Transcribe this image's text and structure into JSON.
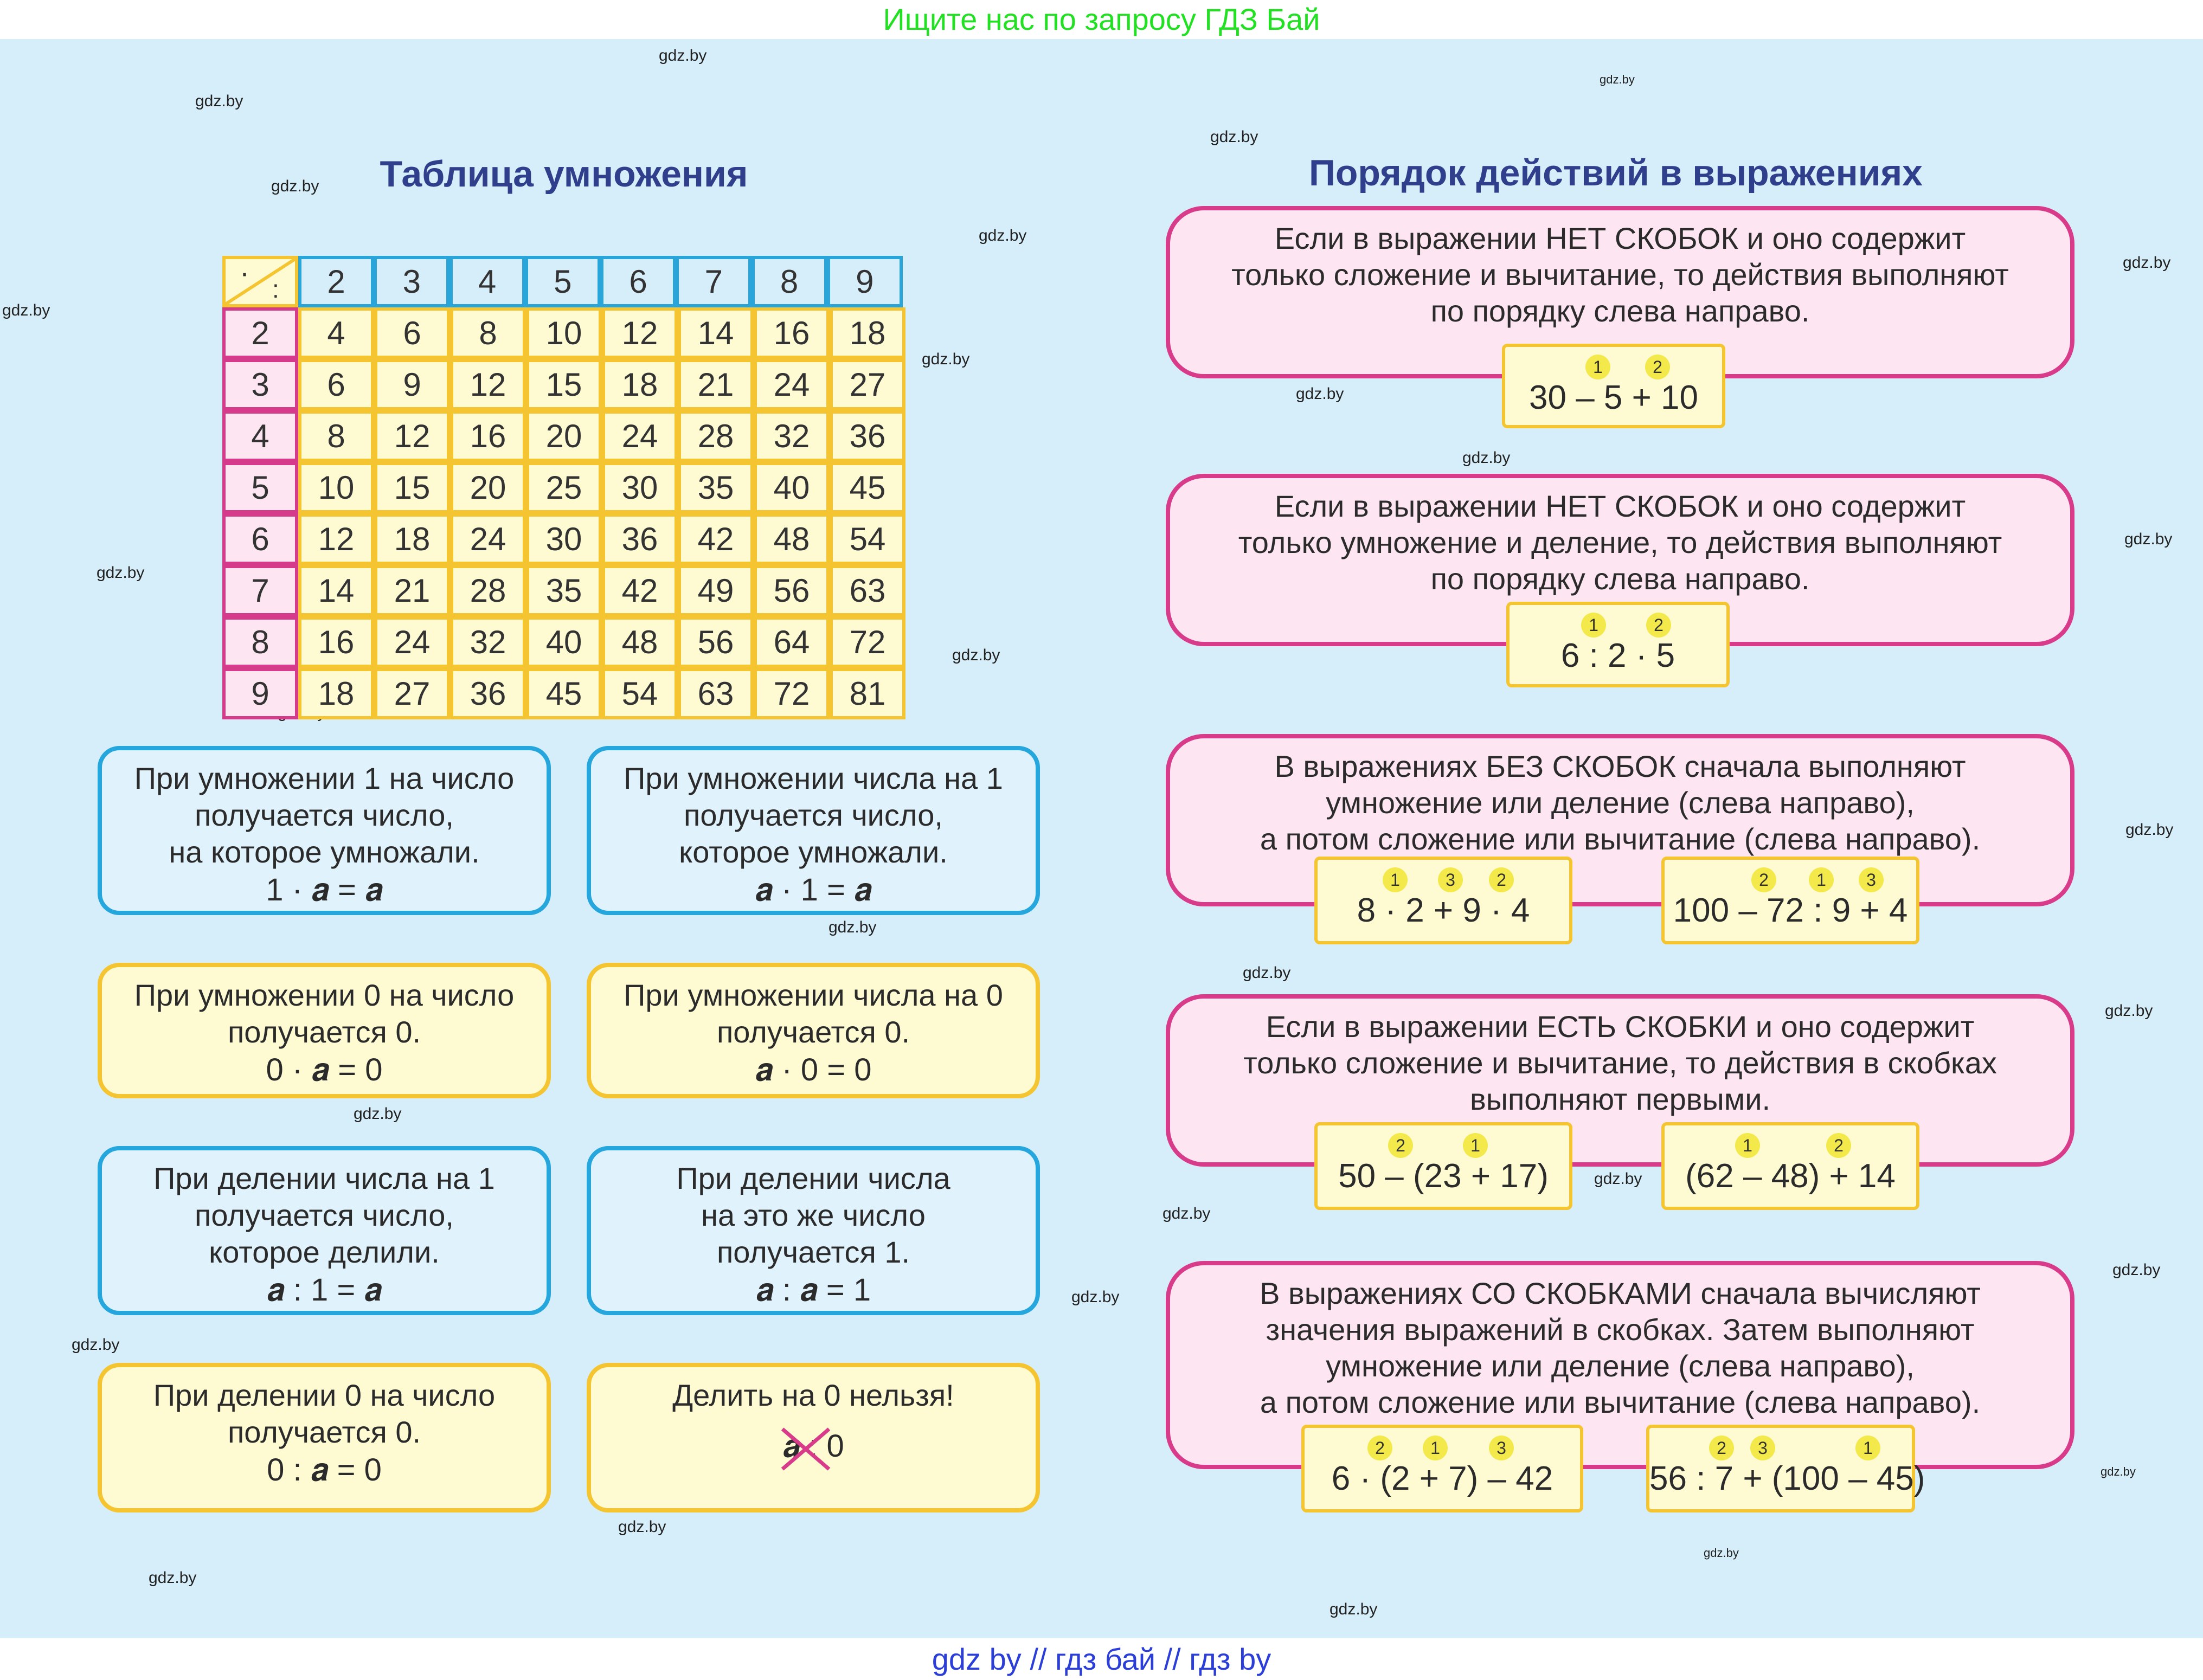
{
  "top_banner": "Ищите нас по запросу ГДЗ Бай",
  "bottom_banner": "gdz by  //  гдз бай  //  гдз by",
  "watermark": "gdz.by",
  "titles": {
    "left": "Таблица умножения",
    "right": "Порядок действий в выражениях"
  },
  "mult_table": {
    "corner_top": "·",
    "corner_bottom": ":",
    "header": [
      "2",
      "3",
      "4",
      "5",
      "6",
      "7",
      "8",
      "9"
    ],
    "rows": [
      {
        "n": "2",
        "v": [
          "4",
          "6",
          "8",
          "10",
          "12",
          "14",
          "16",
          "18"
        ]
      },
      {
        "n": "3",
        "v": [
          "6",
          "9",
          "12",
          "15",
          "18",
          "21",
          "24",
          "27"
        ]
      },
      {
        "n": "4",
        "v": [
          "8",
          "12",
          "16",
          "20",
          "24",
          "28",
          "32",
          "36"
        ]
      },
      {
        "n": "5",
        "v": [
          "10",
          "15",
          "20",
          "25",
          "30",
          "35",
          "40",
          "45"
        ]
      },
      {
        "n": "6",
        "v": [
          "12",
          "18",
          "24",
          "30",
          "36",
          "42",
          "48",
          "54"
        ]
      },
      {
        "n": "7",
        "v": [
          "14",
          "21",
          "28",
          "35",
          "42",
          "49",
          "56",
          "63"
        ]
      },
      {
        "n": "8",
        "v": [
          "16",
          "24",
          "32",
          "40",
          "48",
          "56",
          "64",
          "72"
        ]
      },
      {
        "n": "9",
        "v": [
          "18",
          "27",
          "36",
          "45",
          "54",
          "63",
          "72",
          "81"
        ]
      }
    ]
  },
  "rules": [
    {
      "color": "blue",
      "lines": [
        "При умножении 1 на число",
        "получается число,",
        "на которое умножали."
      ],
      "formula": "1 · 𝒂 = 𝒂"
    },
    {
      "color": "blue",
      "lines": [
        "При умножении числа на 1",
        "получается число,",
        "которое умножали."
      ],
      "formula": "𝒂 · 1 = 𝒂"
    },
    {
      "color": "yellow",
      "lines": [
        "При умножении 0 на число",
        "получается 0."
      ],
      "formula": "0 · 𝒂 = 0"
    },
    {
      "color": "yellow",
      "lines": [
        "При умножении числа на 0",
        "получается 0."
      ],
      "formula": "𝒂 · 0 = 0"
    },
    {
      "color": "blue",
      "lines": [
        "При делении числа на 1",
        "получается число,",
        "которое делили."
      ],
      "formula": "𝒂 : 1 = 𝒂"
    },
    {
      "color": "blue",
      "lines": [
        "При делении числа",
        "на это же число",
        "получается 1."
      ],
      "formula": "𝒂 : 𝒂 = 1"
    },
    {
      "color": "yellow",
      "lines": [
        "При делении 0 на число",
        "получается 0."
      ],
      "formula": "0 : 𝒂 = 0"
    },
    {
      "color": "yellow",
      "lines": [
        "Делить на 0 нельзя!"
      ],
      "formula": "𝒂 : 0"
    }
  ],
  "order_rules": [
    {
      "lines": [
        "Если в выражении НЕТ СКОБОК и оно содержит",
        "только сложение и вычитание, то действия выполняют",
        "по порядку слева направо."
      ],
      "examples": [
        {
          "expr": "30 – 5 + 10",
          "marks": [
            "1",
            "2"
          ]
        }
      ]
    },
    {
      "lines": [
        "Если в выражении НЕТ СКОБОК и оно содержит",
        "только умножение и деление, то действия выполняют",
        "по порядку слева направо."
      ],
      "examples": [
        {
          "expr": "6 : 2 · 5",
          "marks": [
            "1",
            "2"
          ]
        }
      ]
    },
    {
      "lines": [
        "В выражениях БЕЗ СКОБОК сначала выполняют",
        "умножение или деление (слева направо),",
        "а потом сложение или вычитание (слева направо)."
      ],
      "examples": [
        {
          "expr": "8 · 2 + 9 · 4",
          "marks": [
            "1",
            "3",
            "2"
          ]
        },
        {
          "expr": "100 – 72 : 9 + 4",
          "marks": [
            "2",
            "1",
            "3"
          ]
        }
      ]
    },
    {
      "lines": [
        "Если в выражении ЕСТЬ СКОБКИ и оно содержит",
        "только сложение и вычитание, то действия в скобках",
        "выполняют первыми."
      ],
      "examples": [
        {
          "expr": "50 – (23 + 17)",
          "marks": [
            "2",
            "1"
          ]
        },
        {
          "expr": "(62 – 48) + 14",
          "marks": [
            "1",
            "2"
          ]
        }
      ]
    },
    {
      "lines": [
        "В выражениях СО СКОБКАМИ сначала вычисляют",
        "значения выражений в скобках. Затем выполняют",
        "умножение или деление (слева направо),",
        "а потом сложение или вычитание (слева направо)."
      ],
      "examples": [
        {
          "expr": "6 · (2 + 7) – 42",
          "marks": [
            "2",
            "1",
            "3"
          ]
        },
        {
          "expr": "56 : 7 + (100 – 45)",
          "marks": [
            "2",
            "3",
            "1"
          ]
        }
      ]
    }
  ]
}
